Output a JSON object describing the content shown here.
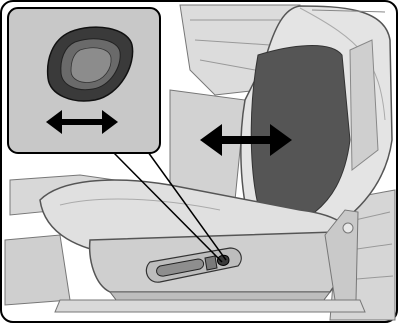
{
  "illustration": {
    "subject": "power-seat-lumbar-adjustment",
    "inset_subject": "lumbar-control-button",
    "arrow_icon": "double-headed-horizontal-arrow",
    "colors": {
      "background": "#ffffff",
      "outline": "#000000",
      "seat_light": "#e4e4e4",
      "seat_mid": "#cfcfcf",
      "seat_shadow": "#a8a8a8",
      "lumbar_highlight": "#555555",
      "inset_background": "#c8c8c8",
      "button_dark": "#3a3a3a"
    }
  }
}
